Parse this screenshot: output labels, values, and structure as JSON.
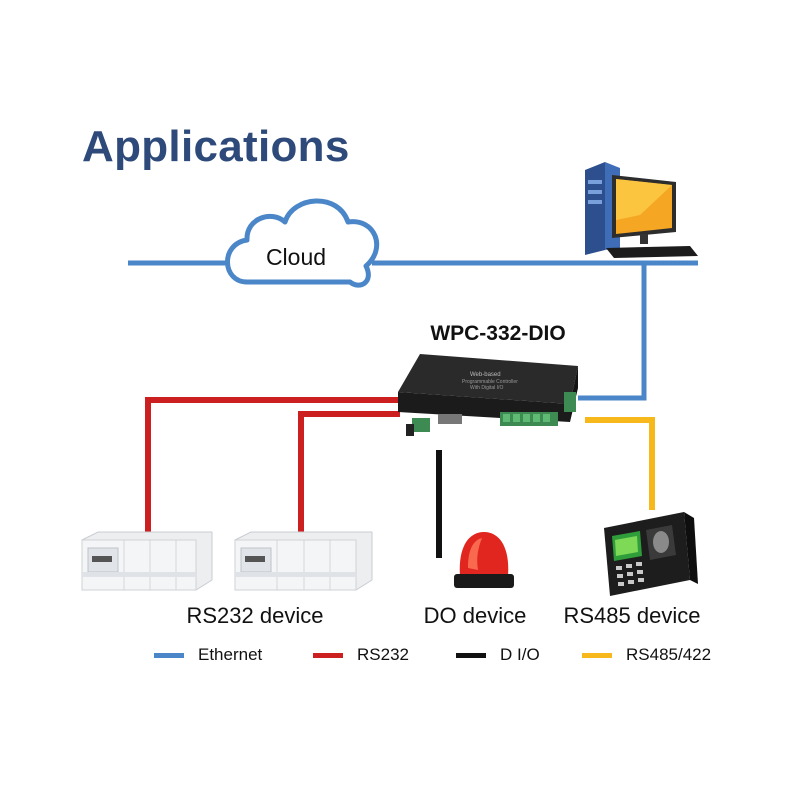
{
  "title": "Applications",
  "cloud_label": "Cloud",
  "device": {
    "name": "WPC-332-DIO",
    "front_text_line1": "Web-based",
    "front_text_line2": "Programmable Controller",
    "front_text_line3": "With Digital I/O"
  },
  "labels": {
    "rs232_device": "RS232 device",
    "do_device": "DO device",
    "rs485_device": "RS485 device"
  },
  "legend": [
    {
      "label": "Ethernet",
      "color": "#4a86c8"
    },
    {
      "label": "RS232",
      "color": "#cc1f1f"
    },
    {
      "label": "D I/O",
      "color": "#111111"
    },
    {
      "label": "RS485/422",
      "color": "#f6b81b"
    }
  ],
  "colors": {
    "ethernet": "#4a86c8",
    "rs232": "#cc1f1f",
    "dio": "#111111",
    "rs485": "#f6b81b",
    "title": "#2e4a7a"
  }
}
